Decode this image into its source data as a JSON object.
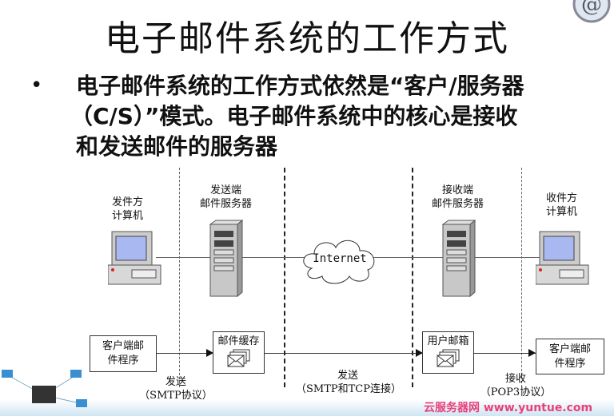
{
  "title": "电子邮件系统的工作方式",
  "bullet": {
    "symbol": "•",
    "lines": [
      "电子邮件系统的工作方式依然是“客户/服务器",
      "（C/S）”模式。电子邮件系统中的核心是接收",
      "和发送邮件的服务器"
    ]
  },
  "diagram": {
    "top_labels": {
      "sender_pc": [
        "发件方",
        "计算机"
      ],
      "send_server": [
        "发送端",
        "邮件服务器"
      ],
      "recv_server": [
        "接收端",
        "邮件服务器"
      ],
      "recv_pc": [
        "收件方",
        "计算机"
      ]
    },
    "cloud_label": "Internet",
    "boxes": {
      "client_left": [
        "客户端邮",
        "件程序"
      ],
      "mail_cache": "邮件缓存",
      "user_mailbox": "用户邮箱",
      "client_right": [
        "客户端邮",
        "件程序"
      ]
    },
    "flows": [
      {
        "action": "发送",
        "protocol": "（SMTP协议）"
      },
      {
        "action": "发送",
        "protocol": "（SMTP和TCP连接）"
      },
      {
        "action": "接收",
        "protocol": "（POP3协议）"
      }
    ]
  },
  "watermark": "云服务器网 www.yuntue.com"
}
